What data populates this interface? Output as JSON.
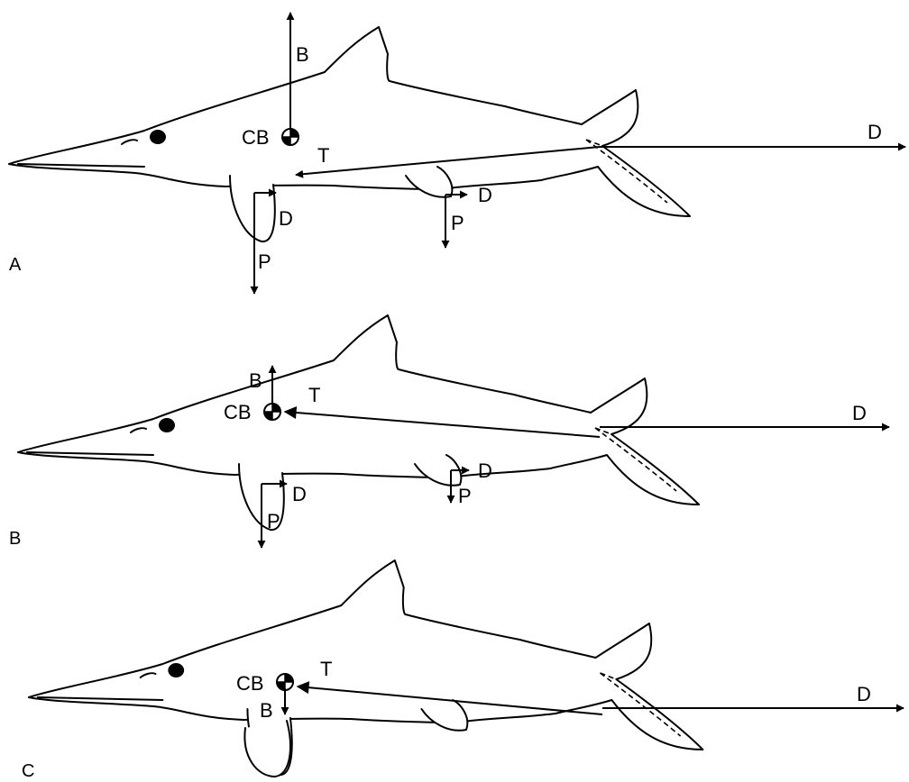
{
  "panels": [
    {
      "id": "A",
      "label": "A",
      "forces": {
        "buoyancy": "B",
        "center": "CB",
        "thrust": "T",
        "drag_tail": "D",
        "drag_front": "D",
        "lift_front": "P",
        "drag_back": "D",
        "lift_back": "P"
      }
    },
    {
      "id": "B",
      "label": "B",
      "forces": {
        "buoyancy": "B",
        "center": "CB",
        "thrust": "T",
        "drag_tail": "D",
        "drag_front": "D",
        "lift_front": "P",
        "drag_back": "D",
        "lift_back": "P"
      }
    },
    {
      "id": "C",
      "label": "C",
      "forces": {
        "buoyancy": "B",
        "center": "CB",
        "thrust": "T",
        "drag_tail": "D"
      }
    }
  ],
  "icons": [
    "ichthyosaur-outline",
    "center-of-buoyancy-symbol",
    "force-arrow"
  ],
  "colors": {
    "ink": "#000000",
    "background": "#ffffff"
  }
}
